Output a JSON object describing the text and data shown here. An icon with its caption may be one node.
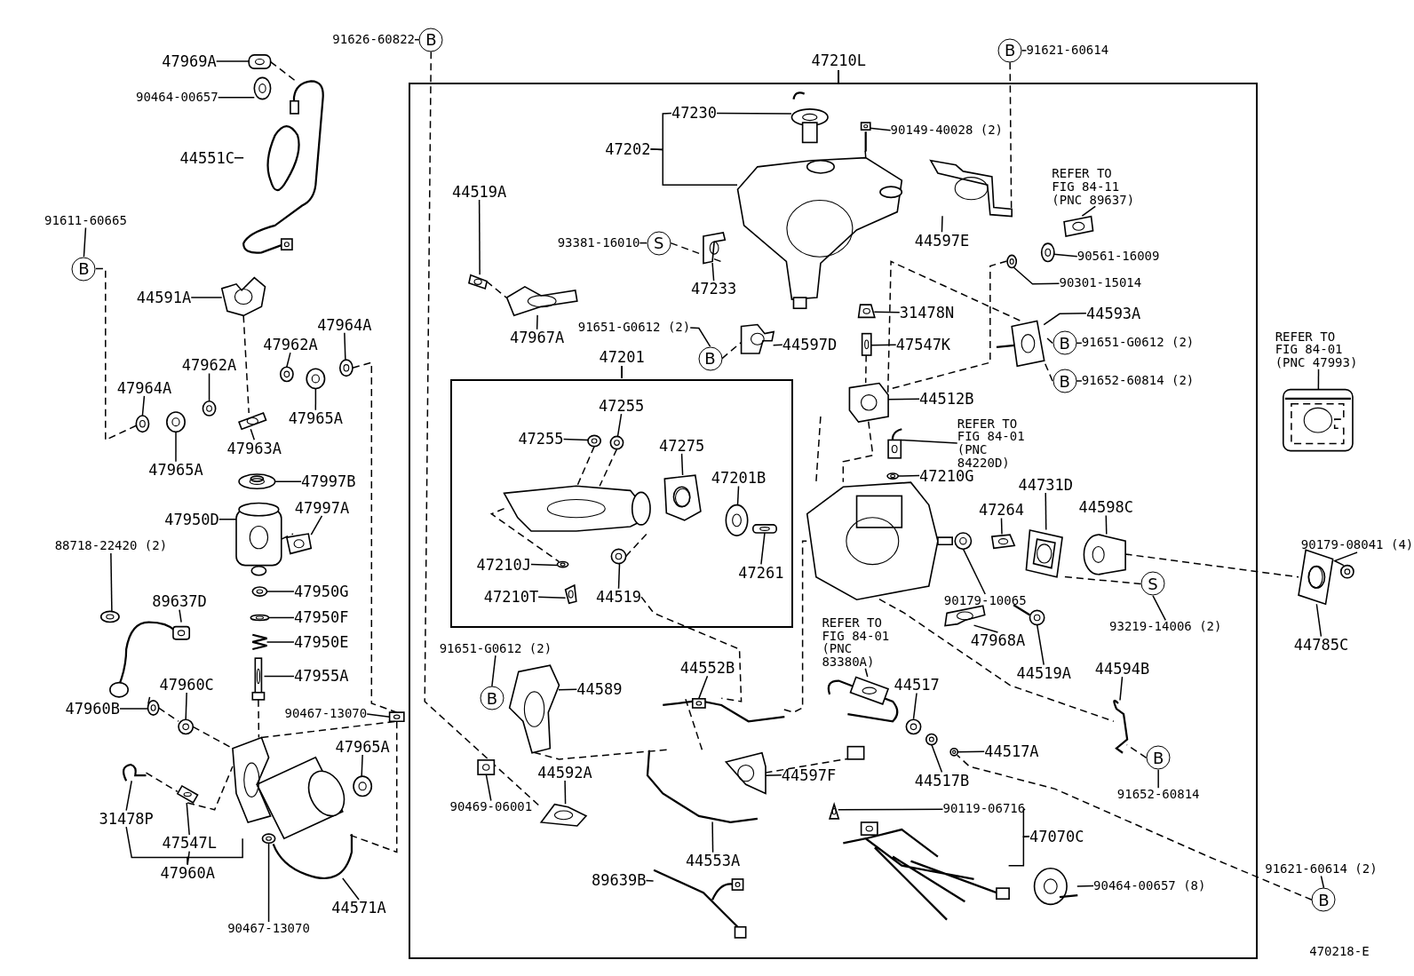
{
  "diagram": {
    "nodes": [
      {
        "text": [
          "47210L"
        ]
      },
      {
        "text": [
          "47201"
        ],
        "in": 0
      },
      {
        "text": [
          "91626-60822"
        ]
      },
      {
        "text": [
          "B"
        ]
      },
      {
        "text": [
          "47969A"
        ]
      },
      {
        "text": [
          "90464-00657"
        ]
      },
      {
        "text": [
          "44551C"
        ]
      },
      {
        "text": [
          "91611-60665"
        ]
      },
      {
        "text": [
          "B"
        ]
      },
      {
        "text": [
          "44591A"
        ]
      },
      {
        "text": [
          "47964A"
        ]
      },
      {
        "text": [
          "47962A"
        ]
      },
      {
        "text": [
          "47962A"
        ]
      },
      {
        "text": [
          "47964A"
        ]
      },
      {
        "text": [
          "47965A"
        ]
      },
      {
        "text": [
          "47963A"
        ]
      },
      {
        "text": [
          "47965A"
        ]
      },
      {
        "text": [
          "47997B"
        ]
      },
      {
        "text": [
          "47950D"
        ]
      },
      {
        "text": [
          "47997A"
        ]
      },
      {
        "text": [
          "88718-22420 (2)"
        ]
      },
      {
        "text": [
          "89637D"
        ]
      },
      {
        "text": [
          "47950G"
        ]
      },
      {
        "text": [
          "47950F"
        ]
      },
      {
        "text": [
          "47950E"
        ]
      },
      {
        "text": [
          "47955A"
        ]
      },
      {
        "text": [
          "47960B"
        ]
      },
      {
        "text": [
          "47960C"
        ]
      },
      {
        "text": [
          "90467-13070"
        ]
      },
      {
        "text": [
          "47965A"
        ]
      },
      {
        "text": [
          "31478P"
        ]
      },
      {
        "text": [
          "47547L"
        ]
      },
      {
        "text": [
          "47960A"
        ]
      },
      {
        "text": [
          "90467-13070"
        ]
      },
      {
        "text": [
          "44571A"
        ]
      },
      {
        "text": [
          "47230"
        ],
        "in": 0
      },
      {
        "text": [
          "47202"
        ],
        "in": 0
      },
      {
        "text": [
          "90149-40028 (2)"
        ],
        "in": 0
      },
      {
        "text": [
          "B"
        ]
      },
      {
        "text": [
          "91621-60614"
        ]
      },
      {
        "text": [
          "44597E"
        ],
        "in": 0
      },
      {
        "text": [
          "REFER TO FIG 84-11 (PNC 89637)"
        ],
        "in": 0
      },
      {
        "text": [
          "90561-16009"
        ],
        "in": 0
      },
      {
        "text": [
          "90301-15014"
        ],
        "in": 0
      },
      {
        "text": [
          "44519A"
        ],
        "in": 0
      },
      {
        "text": [
          "93381-16010"
        ],
        "in": 0
      },
      {
        "text": [
          "S"
        ],
        "in": 0
      },
      {
        "text": [
          "47233"
        ],
        "in": 0
      },
      {
        "text": [
          "47967A"
        ],
        "in": 0
      },
      {
        "text": [
          "91651-G0612 (2)"
        ],
        "in": 0
      },
      {
        "text": [
          "B"
        ],
        "in": 0
      },
      {
        "text": [
          "44597D"
        ],
        "in": 0
      },
      {
        "text": [
          "31478N"
        ],
        "in": 0
      },
      {
        "text": [
          "47547K"
        ],
        "in": 0
      },
      {
        "text": [
          "44593A"
        ],
        "in": 0
      },
      {
        "text": [
          "B"
        ],
        "in": 0
      },
      {
        "text": [
          "91651-G0612 (2)"
        ],
        "in": 0
      },
      {
        "text": [
          "B"
        ],
        "in": 0
      },
      {
        "text": [
          "91652-60814 (2)"
        ],
        "in": 0
      },
      {
        "text": [
          "REFER TO FIG 84-01 (PNC 47993)"
        ]
      },
      {
        "text": [
          "44512B"
        ],
        "in": 0
      },
      {
        "text": [
          "REFER TO FIG 84-01 (PNC 84220D)"
        ],
        "in": 0
      },
      {
        "text": [
          "47210G"
        ],
        "in": 0
      },
      {
        "text": [
          "47255"
        ],
        "in": 1
      },
      {
        "text": [
          "47255"
        ],
        "in": 1
      },
      {
        "text": [
          "47275"
        ],
        "in": 1
      },
      {
        "text": [
          "47201B"
        ],
        "in": 1
      },
      {
        "text": [
          "47210J"
        ],
        "in": 1
      },
      {
        "text": [
          "44519"
        ],
        "in": 1
      },
      {
        "text": [
          "47261"
        ],
        "in": 1
      },
      {
        "text": [
          "47210T"
        ],
        "in": 1
      },
      {
        "text": [
          "44731D"
        ],
        "in": 0
      },
      {
        "text": [
          "44598C"
        ],
        "in": 0
      },
      {
        "text": [
          "47264"
        ],
        "in": 0
      },
      {
        "text": [
          "90179-10065"
        ],
        "in": 0
      },
      {
        "text": [
          "90179-08041 (4)"
        ]
      },
      {
        "text": [
          "S"
        ],
        "in": 0
      },
      {
        "text": [
          "93219-14006 (2)"
        ],
        "in": 0
      },
      {
        "text": [
          "47968A"
        ],
        "in": 0
      },
      {
        "text": [
          "44519A"
        ],
        "in": 0
      },
      {
        "text": [
          "44785C"
        ]
      },
      {
        "text": [
          "REFER TO FIG 84-01 (PNC 83380A)"
        ],
        "in": 0
      },
      {
        "text": [
          "44517"
        ],
        "in": 0
      },
      {
        "text": [
          "44552B"
        ],
        "in": 0
      },
      {
        "text": [
          "91651-G0612 (2)"
        ],
        "in": 0
      },
      {
        "text": [
          "B"
        ],
        "in": 0
      },
      {
        "text": [
          "44589"
        ],
        "in": 0
      },
      {
        "text": [
          "44594B"
        ],
        "in": 0
      },
      {
        "text": [
          "44517A"
        ],
        "in": 0
      },
      {
        "text": [
          "44517B"
        ],
        "in": 0
      },
      {
        "text": [
          "44597F"
        ],
        "in": 0
      },
      {
        "text": [
          "B"
        ],
        "in": 0
      },
      {
        "text": [
          "91652-60814"
        ],
        "in": 0
      },
      {
        "text": [
          "44592A"
        ],
        "in": 0
      },
      {
        "text": [
          "90469-06001"
        ],
        "in": 0
      },
      {
        "text": [
          "90119-06716"
        ],
        "in": 0
      },
      {
        "text": [
          "47070C"
        ],
        "in": 0
      },
      {
        "text": [
          "44553A"
        ],
        "in": 0
      },
      {
        "text": [
          "90464-00657 (8)"
        ],
        "in": 0
      },
      {
        "text": [
          "89639B"
        ],
        "in": 0
      },
      {
        "text": [
          "91621-60614 (2)"
        ]
      },
      {
        "text": [
          "B"
        ]
      },
      {
        "text": [],
        "shape": "picture"
      },
      {
        "text": [],
        "shape": "picture"
      },
      {
        "text": [],
        "shape": "picture"
      },
      {
        "text": [],
        "shape": "picture"
      },
      {
        "text": [],
        "shape": "picture"
      },
      {
        "text": [],
        "shape": "picture"
      },
      {
        "text": [],
        "shape": "picture"
      },
      {
        "text": [],
        "shape": "picture"
      },
      {
        "text": [],
        "shape": "picture"
      },
      {
        "text": [],
        "shape": "picture"
      },
      {
        "text": [],
        "shape": "picture"
      },
      {
        "text": [],
        "shape": "picture"
      },
      {
        "text": [],
        "shape": "picture"
      },
      {
        "text": [],
        "shape": "picture"
      },
      {
        "text": [],
        "shape": "picture"
      },
      {
        "text": [],
        "shape": "picture"
      },
      {
        "text": [],
        "shape": "picture"
      },
      {
        "text": [],
        "shape": "picture"
      },
      {
        "text": [],
        "shape": "picture"
      },
      {
        "text": [],
        "shape": "picture"
      },
      {
        "text": [],
        "shape": "picture"
      },
      {
        "text": [],
        "shape": "picture"
      },
      {
        "text": [],
        "shape": "picture"
      },
      {
        "text": [],
        "shape": "picture"
      },
      {
        "text": [],
        "shape": "picture"
      },
      {
        "text": [],
        "shape": "picture"
      },
      {
        "text": [],
        "shape": "picture"
      },
      {
        "text": [],
        "shape": "picture"
      },
      {
        "text": [],
        "shape": "picture"
      },
      {
        "text": [],
        "shape": "picture",
        "in": 0
      },
      {
        "text": [],
        "shape": "picture",
        "in": 0
      },
      {
        "text": [],
        "shape": "picture",
        "in": 0
      },
      {
        "text": [],
        "shape": "picture",
        "in": 0
      },
      {
        "text": [],
        "shape": "picture",
        "in": 0
      },
      {
        "text": [],
        "shape": "picture",
        "in": 0
      },
      {
        "text": [],
        "shape": "picture",
        "in": 0
      },
      {
        "text": [],
        "shape": "picture",
        "in": 0
      },
      {
        "text": [],
        "shape": "picture",
        "in": 0
      },
      {
        "text": [],
        "shape": "picture",
        "in": 0
      },
      {
        "text": [],
        "shape": "picture",
        "in": 0
      },
      {
        "text": [],
        "shape": "picture",
        "in": 0
      },
      {
        "text": [],
        "shape": "picture",
        "in": 0
      },
      {
        "text": [],
        "shape": "picture",
        "in": 0
      },
      {
        "text": [],
        "shape": "picture",
        "in": 0
      },
      {
        "text": [],
        "shape": "picture",
        "in": 0
      },
      {
        "text": [],
        "shape": "picture",
        "in": 0
      },
      {
        "text": [],
        "shape": "picture",
        "in": 1
      },
      {
        "text": [],
        "shape": "picture",
        "in": 1
      },
      {
        "text": [],
        "shape": "picture",
        "in": 1
      },
      {
        "text": [],
        "shape": "picture",
        "in": 1
      },
      {
        "text": [],
        "shape": "picture",
        "in": 1
      },
      {
        "text": [],
        "shape": "picture",
        "in": 1
      },
      {
        "text": [],
        "shape": "picture",
        "in": 1
      },
      {
        "text": [],
        "shape": "picture",
        "in": 1
      },
      {
        "text": [],
        "shape": "picture",
        "in": 0
      },
      {
        "text": [],
        "shape": "picture",
        "in": 0
      },
      {
        "text": [],
        "shape": "picture",
        "in": 0
      },
      {
        "text": [],
        "shape": "picture",
        "in": 0
      },
      {
        "text": [],
        "shape": "picture",
        "in": 0
      },
      {
        "text": [],
        "shape": "picture",
        "in": 0
      },
      {
        "text": [],
        "shape": "picture",
        "in": 0
      },
      {
        "text": [],
        "shape": "picture",
        "in": 0
      },
      {
        "text": [],
        "shape": "picture",
        "in": 0
      },
      {
        "text": [],
        "shape": "picture",
        "in": 0
      },
      {
        "text": [],
        "shape": "picture",
        "in": 0
      },
      {
        "text": [],
        "shape": "picture",
        "in": 0
      },
      {
        "text": [],
        "shape": "picture",
        "in": 0
      },
      {
        "text": [],
        "shape": "picture",
        "in": 0
      },
      {
        "text": [],
        "shape": "picture",
        "in": 0
      },
      {
        "text": [],
        "shape": "picture",
        "in": 0
      },
      {
        "text": [],
        "shape": "picture",
        "in": 0
      },
      {
        "text": [],
        "shape": "picture",
        "in": 0
      },
      {
        "text": [],
        "shape": "picture",
        "in": 0
      },
      {
        "text": [],
        "shape": "picture",
        "in": 0
      },
      {
        "text": [],
        "shape": "picture",
        "in": 0
      },
      {
        "text": [],
        "shape": "picture"
      },
      {
        "text": [],
        "shape": "picture"
      },
      {
        "text": [],
        "shape": "picture"
      },
      {
        "text": [],
        "shape": "picture",
        "in": 0
      },
      {
        "text": [],
        "shape": "picture",
        "in": 1
      }
    ],
    "edges": [
      {
        "from": 2,
        "to": 3,
        "arrow": "none"
      },
      {
        "from": 3,
        "to": 170,
        "arrow": "none",
        "style": "dashed"
      },
      {
        "from": 4,
        "to": 102,
        "arrow": "none"
      },
      {
        "from": 5,
        "to": 103,
        "arrow": "none"
      },
      {
        "from": 6,
        "to": 104,
        "arrow": "none"
      },
      {
        "from": 7,
        "to": 8,
        "arrow": "none"
      },
      {
        "from": 8,
        "to": 106,
        "arrow": "none",
        "style": "dashed"
      },
      {
        "from": 9,
        "to": 105,
        "arrow": "none"
      },
      {
        "from": 10,
        "to": 112,
        "arrow": "none"
      },
      {
        "from": 11,
        "to": 110,
        "arrow": "none"
      },
      {
        "from": 12,
        "to": 108,
        "arrow": "none"
      },
      {
        "from": 13,
        "to": 106,
        "arrow": "none"
      },
      {
        "from": 14,
        "to": 111,
        "arrow": "none"
      },
      {
        "from": 15,
        "to": 109,
        "arrow": "none"
      },
      {
        "from": 16,
        "to": 107,
        "arrow": "none"
      },
      {
        "from": 17,
        "to": 113,
        "arrow": "none"
      },
      {
        "from": 18,
        "to": 114,
        "arrow": "none"
      },
      {
        "from": 19,
        "to": 115,
        "arrow": "none"
      },
      {
        "from": 20,
        "to": 116,
        "arrow": "none"
      },
      {
        "from": 21,
        "to": 117,
        "arrow": "none"
      },
      {
        "from": 22,
        "to": 118,
        "arrow": "none"
      },
      {
        "from": 23,
        "to": 119,
        "arrow": "none"
      },
      {
        "from": 24,
        "to": 120,
        "arrow": "none"
      },
      {
        "from": 25,
        "to": 121,
        "arrow": "none"
      },
      {
        "from": 26,
        "to": 122,
        "arrow": "none"
      },
      {
        "from": 27,
        "to": 123,
        "arrow": "none"
      },
      {
        "from": 28,
        "to": 124,
        "arrow": "none"
      },
      {
        "from": 29,
        "to": 125,
        "arrow": "none"
      },
      {
        "from": 30,
        "to": 126,
        "arrow": "none"
      },
      {
        "from": 31,
        "to": 127,
        "arrow": "none"
      },
      {
        "from": 32,
        "to": 31,
        "arrow": "none"
      },
      {
        "from": 32,
        "to": 30,
        "arrow": "none"
      },
      {
        "from": 32,
        "to": 128,
        "arrow": "none"
      },
      {
        "from": 33,
        "to": 129,
        "arrow": "none"
      },
      {
        "from": 34,
        "to": 130,
        "arrow": "none"
      },
      {
        "from": 36,
        "to": 35,
        "arrow": "none"
      },
      {
        "from": 36,
        "to": 132,
        "arrow": "none"
      },
      {
        "from": 35,
        "to": 131,
        "arrow": "none"
      },
      {
        "from": 37,
        "to": 133,
        "arrow": "none"
      },
      {
        "from": 39,
        "to": 38,
        "arrow": "none"
      },
      {
        "from": 38,
        "to": 134,
        "arrow": "none",
        "style": "dashed"
      },
      {
        "from": 40,
        "to": 134,
        "arrow": "none"
      },
      {
        "from": 41,
        "to": 135,
        "arrow": "none"
      },
      {
        "from": 42,
        "to": 136,
        "arrow": "none"
      },
      {
        "from": 43,
        "to": 137,
        "arrow": "none"
      },
      {
        "from": 44,
        "to": 138,
        "arrow": "none"
      },
      {
        "from": 45,
        "to": 46,
        "arrow": "none"
      },
      {
        "from": 46,
        "to": 139,
        "arrow": "none",
        "style": "dashed"
      },
      {
        "from": 47,
        "to": 139,
        "arrow": "none"
      },
      {
        "from": 48,
        "to": 140,
        "arrow": "none"
      },
      {
        "from": 49,
        "to": 50,
        "arrow": "none"
      },
      {
        "from": 50,
        "to": 141,
        "arrow": "none",
        "style": "dashed"
      },
      {
        "from": 51,
        "to": 141,
        "arrow": "none"
      },
      {
        "from": 52,
        "to": 142,
        "arrow": "none"
      },
      {
        "from": 53,
        "to": 143,
        "arrow": "none"
      },
      {
        "from": 54,
        "to": 144,
        "arrow": "none"
      },
      {
        "from": 56,
        "to": 55,
        "arrow": "none"
      },
      {
        "from": 55,
        "to": 144,
        "arrow": "none",
        "style": "dashed"
      },
      {
        "from": 58,
        "to": 57,
        "arrow": "none"
      },
      {
        "from": 57,
        "to": 144,
        "arrow": "none",
        "style": "dashed"
      },
      {
        "from": 59,
        "to": 177,
        "arrow": "none"
      },
      {
        "from": 60,
        "to": 145,
        "arrow": "none"
      },
      {
        "from": 61,
        "to": 146,
        "arrow": "none"
      },
      {
        "from": 62,
        "to": 147,
        "arrow": "none"
      },
      {
        "from": 63,
        "to": 149,
        "arrow": "none"
      },
      {
        "from": 64,
        "to": 148,
        "arrow": "none"
      },
      {
        "from": 65,
        "to": 150,
        "arrow": "none"
      },
      {
        "from": 66,
        "to": 151,
        "arrow": "none"
      },
      {
        "from": 67,
        "to": 152,
        "arrow": "none"
      },
      {
        "from": 68,
        "to": 153,
        "arrow": "none"
      },
      {
        "from": 69,
        "to": 154,
        "arrow": "none"
      },
      {
        "from": 70,
        "to": 155,
        "arrow": "none"
      },
      {
        "from": 71,
        "to": 156,
        "arrow": "none"
      },
      {
        "from": 72,
        "to": 157,
        "arrow": "none"
      },
      {
        "from": 73,
        "to": 158,
        "arrow": "none"
      },
      {
        "from": 74,
        "to": 159,
        "arrow": "none"
      },
      {
        "from": 75,
        "to": 179,
        "arrow": "none"
      },
      {
        "from": 77,
        "to": 76,
        "arrow": "none"
      },
      {
        "from": 76,
        "to": 156,
        "arrow": "none",
        "style": "dashed"
      },
      {
        "from": 78,
        "to": 160,
        "arrow": "none"
      },
      {
        "from": 79,
        "to": 161,
        "arrow": "none"
      },
      {
        "from": 80,
        "to": 178,
        "arrow": "none"
      },
      {
        "from": 81,
        "to": 162,
        "arrow": "none"
      },
      {
        "from": 82,
        "to": 163,
        "arrow": "none"
      },
      {
        "from": 83,
        "to": 164,
        "arrow": "none"
      },
      {
        "from": 84,
        "to": 85,
        "arrow": "none"
      },
      {
        "from": 86,
        "to": 165,
        "arrow": "none"
      },
      {
        "from": 87,
        "to": 166,
        "arrow": "none"
      },
      {
        "from": 88,
        "to": 167,
        "arrow": "none"
      },
      {
        "from": 89,
        "to": 168,
        "arrow": "none"
      },
      {
        "from": 90,
        "to": 169,
        "arrow": "none"
      },
      {
        "from": 92,
        "to": 91,
        "arrow": "none"
      },
      {
        "from": 91,
        "to": 166,
        "arrow": "none",
        "style": "dashed"
      },
      {
        "from": 93,
        "to": 170,
        "arrow": "none"
      },
      {
        "from": 94,
        "to": 171,
        "arrow": "none"
      },
      {
        "from": 95,
        "to": 172,
        "arrow": "none"
      },
      {
        "from": 96,
        "to": 95,
        "arrow": "none"
      },
      {
        "from": 96,
        "to": 173,
        "arrow": "none"
      },
      {
        "from": 97,
        "to": 174,
        "arrow": "none"
      },
      {
        "from": 98,
        "to": 175,
        "arrow": "none"
      },
      {
        "from": 99,
        "to": 176,
        "arrow": "none"
      },
      {
        "from": 100,
        "to": 101,
        "arrow": "none"
      },
      {
        "from": 101,
        "to": 167,
        "arrow": "none",
        "style": "dashed"
      },
      {
        "from": 102,
        "to": 104,
        "arrow": "none",
        "style": "dashed"
      },
      {
        "from": 105,
        "to": 109,
        "arrow": "none",
        "style": "dashed"
      },
      {
        "from": 112,
        "to": 124,
        "arrow": "none",
        "style": "dashed"
      },
      {
        "from": 114,
        "to": 115,
        "arrow": "none",
        "style": "dashed"
      },
      {
        "from": 121,
        "to": 128,
        "arrow": "none",
        "style": "dashed"
      },
      {
        "from": 117,
        "to": 122,
        "arrow": "none",
        "style": "dashed"
      },
      {
        "from": 122,
        "to": 123,
        "arrow": "none",
        "style": "dashed"
      },
      {
        "from": 123,
        "to": 128,
        "arrow": "none",
        "style": "dashed"
      },
      {
        "from": 126,
        "to": 127,
        "arrow": "none",
        "style": "dashed"
      },
      {
        "from": 127,
        "to": 128,
        "arrow": "none",
        "style": "dashed"
      },
      {
        "from": 128,
        "to": 124,
        "arrow": "none",
        "style": "dashed"
      },
      {
        "from": 124,
        "to": 130,
        "arrow": "none",
        "style": "dashed"
      },
      {
        "from": 133,
        "to": 132,
        "arrow": "none",
        "style": "dashed"
      },
      {
        "from": 138,
        "to": 140,
        "arrow": "none",
        "style": "dashed"
      },
      {
        "from": 143,
        "to": 145,
        "arrow": "none",
        "style": "dashed"
      },
      {
        "from": 144,
        "to": 145,
        "arrow": "none",
        "style": "dashed"
      },
      {
        "from": 137,
        "to": 145,
        "arrow": "none",
        "style": "dashed"
      },
      {
        "from": 145,
        "to": 180,
        "arrow": "none",
        "style": "dashed"
      },
      {
        "from": null,
        "to": 180,
        "arrow": "none",
        "style": "dashed"
      },
      {
        "from": 157,
        "to": 178,
        "arrow": "none",
        "style": "dashed"
      },
      {
        "from": 180,
        "to": 166,
        "arrow": "none",
        "style": "dashed"
      },
      {
        "from": 148,
        "to": 181,
        "arrow": "none",
        "style": "dashed"
      },
      {
        "from": 149,
        "to": 181,
        "arrow": "none",
        "style": "dashed"
      },
      {
        "from": 181,
        "to": 152,
        "arrow": "none",
        "style": "dashed"
      },
      {
        "from": 153,
        "to": 181,
        "arrow": "none",
        "style": "dashed"
      },
      {
        "from": 68,
        "to": 164,
        "arrow": "none",
        "style": "dashed"
      },
      {
        "from": 174,
        "to": 164,
        "arrow": "none",
        "style": "dashed"
      },
      {
        "from": 164,
        "to": 180,
        "arrow": "none",
        "style": "dashed"
      },
      {
        "from": 165,
        "to": 174,
        "arrow": "none",
        "style": "dashed"
      },
      {
        "from": 169,
        "to": 162,
        "arrow": "none",
        "style": "dashed"
      }
    ],
    "labels": [
      "470218-E"
    ]
  }
}
